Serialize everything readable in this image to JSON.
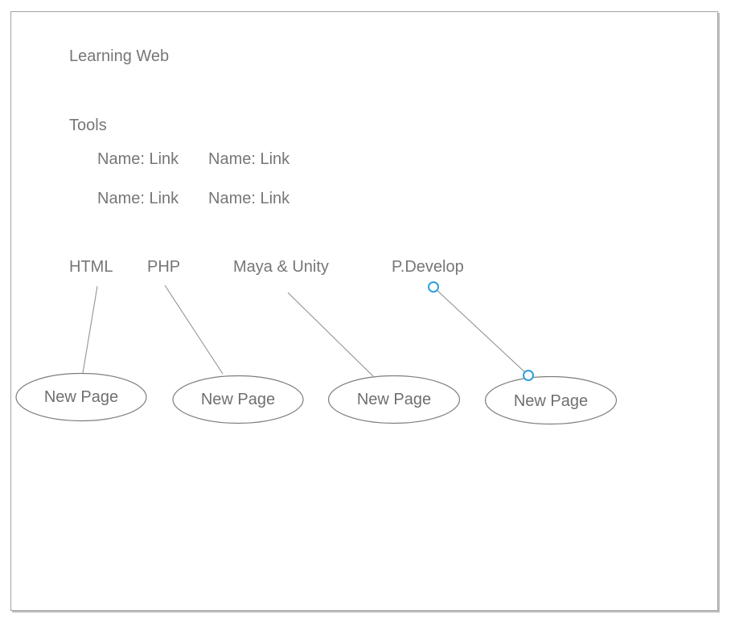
{
  "colors": {
    "accent_blue": "#2e9fe0",
    "text_gray": "#767676",
    "node_stroke": "#7d7d7d",
    "connector_gray": "#8a8a8a",
    "page_border": "#a2a2a2"
  },
  "diagram": {
    "site_title": "Learning Web",
    "tools": {
      "heading": "Tools",
      "rows": [
        {
          "col1": "Name: Link",
          "col2": "Name: Link"
        },
        {
          "col1": "Name: Link",
          "col2": "Name: Link"
        }
      ]
    },
    "topics": [
      {
        "label": "HTML"
      },
      {
        "label": "PHP"
      },
      {
        "label": "Maya & Unity"
      },
      {
        "label": "P.Develop"
      }
    ],
    "pages": [
      {
        "label": "New Page"
      },
      {
        "label": "New Page"
      },
      {
        "label": "New Page"
      },
      {
        "label": "New Page"
      }
    ],
    "connections": [
      {
        "from": "HTML",
        "to": "New Page",
        "selected": false
      },
      {
        "from": "PHP",
        "to": "New Page",
        "selected": false
      },
      {
        "from": "Maya & Unity",
        "to": "New Page",
        "selected": false
      },
      {
        "from": "P.Develop",
        "to": "New Page",
        "selected": true
      }
    ]
  }
}
